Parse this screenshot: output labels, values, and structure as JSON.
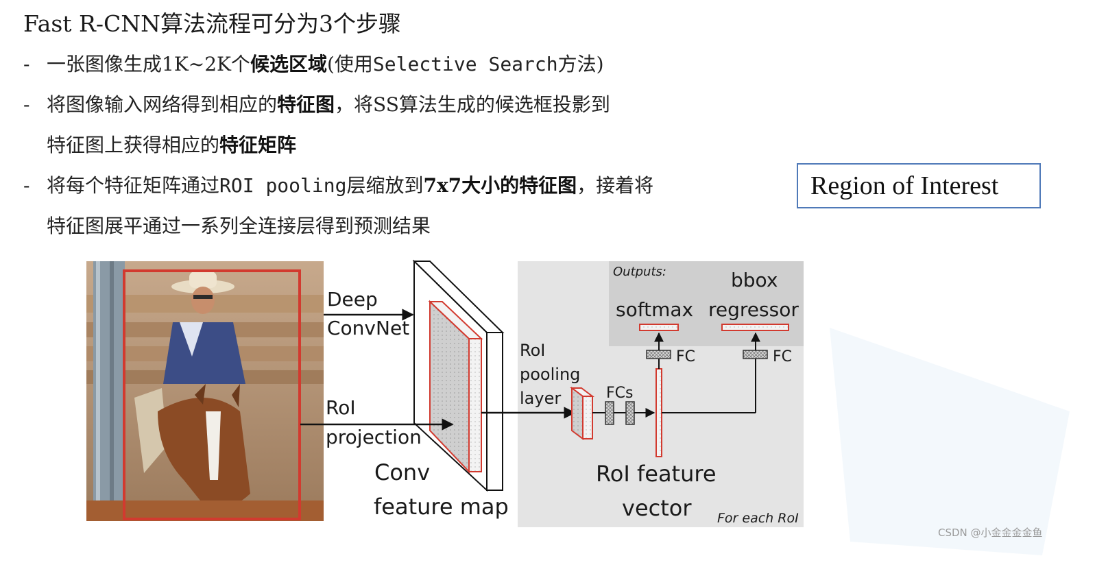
{
  "title": "Fast R-CNN算法流程可分为3个步骤",
  "bullets": {
    "b1_plain": "一张图像生成1K~2K个",
    "b1_bold": "候选区域",
    "b1_tail_a": "(使用",
    "b1_tail_mono": "Selective Search",
    "b1_tail_b": "方法)",
    "b2_plain": "将图像输入网络得到相应的",
    "b2_bold": "特征图",
    "b2_tail": "，将SS算法生成的候选框投影到",
    "b2_cont_plain": "特征图上获得相应的",
    "b2_cont_bold": "特征矩阵",
    "b3_plain_a": "将每个特征矩阵通过",
    "b3_mono": "ROI pooling",
    "b3_plain_b": "层缩放到",
    "b3_bold": "7x7大小的特征图",
    "b3_tail": "，接着将",
    "b3_cont": "特征图展平通过一系列全连接层得到预测结果",
    "dash": "-"
  },
  "callout": "Region of Interest",
  "diagram": {
    "deep": "Deep",
    "convnet": "ConvNet",
    "rol": "RoI",
    "projection": "projection",
    "conv": "Conv",
    "feature_map": "feature map",
    "rol_pooling_1": "RoI",
    "rol_pooling_2": "pooling",
    "rol_pooling_3": "layer",
    "fcs": "FCs",
    "rol_feature": "RoI feature",
    "vector": "vector",
    "outputs": "Outputs:",
    "softmax": "softmax",
    "bbox": "bbox",
    "regressor": "regressor",
    "fc_left": "FC",
    "fc_right": "FC",
    "for_each": "For each RoI"
  },
  "watermark": "CSDN @小金金金金鱼",
  "colors": {
    "box_red": "#d23a2f",
    "panel_gray": "#e4e4e4",
    "outputs_gray": "#cfcfcf",
    "callout_border": "#4f79b8"
  }
}
